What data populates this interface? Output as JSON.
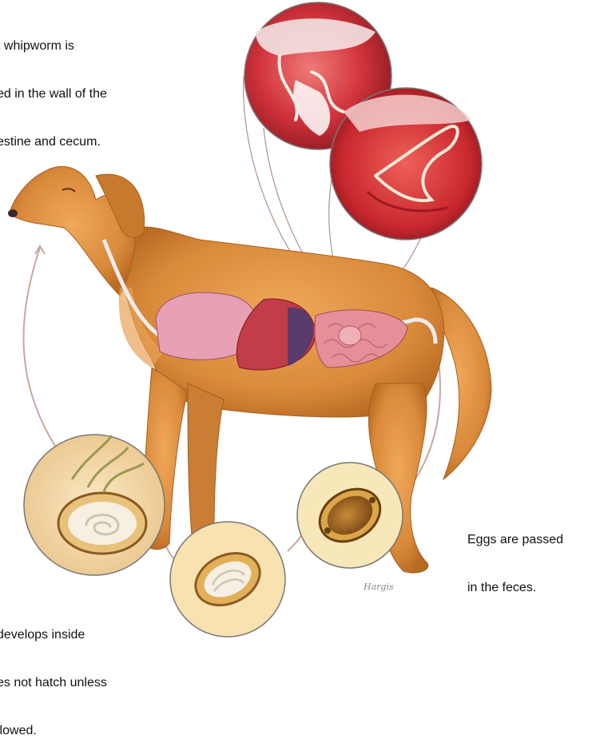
{
  "captions": {
    "adult": [
      "t whipworm is",
      "ed in the wall of the",
      "estine and cecum."
    ],
    "eggs_passed": [
      "Eggs are passed",
      "in the feces."
    ],
    "larva": [
      "develops inside",
      "es not hatch unless",
      "llowed."
    ]
  },
  "colors": {
    "dog_coat": "#d98a3a",
    "dog_shadow": "#b86a22",
    "intestine": "#e58f98",
    "liver": "#c23c4a",
    "inset_red": "#d0323a",
    "egg_shell": "#d9a64a",
    "cycle_line": "#c8a8a0"
  },
  "signature": "Hargis"
}
